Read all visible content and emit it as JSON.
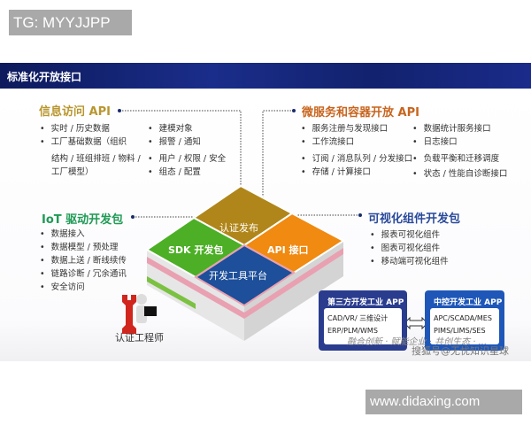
{
  "tag": "TG: MYYJJPP",
  "banner_title": "标准化开放接口",
  "info_api": {
    "title": "信息访问 API",
    "items": [
      "实时 / 历史数据",
      "工厂基础数据（组织",
      "结构 / 班组排班 / 物料 /",
      "工厂模型）"
    ],
    "items2": [
      "建模对象",
      "报警 / 通知",
      "用户 / 权限 / 安全",
      "组态 / 配置"
    ]
  },
  "micro_api": {
    "title": "微服务和容器开放 API",
    "items": [
      "服务注册与发现接口",
      "工作流接口",
      "订阅 / 消息队列 / 分发接口",
      "存储 / 计算接口"
    ],
    "items2": [
      "数据统计服务接口",
      "日志接口",
      "负载平衡和迁移调度",
      "状态 / 性能自诊断接口"
    ]
  },
  "iot": {
    "title": "IoT 驱动开发包",
    "items": [
      "数据接入",
      "数据模型 / 预处理",
      "数据上送 / 断线续传",
      "链路诊断 / 冗余通讯",
      "安全访问"
    ]
  },
  "vis": {
    "title": "可视化组件开发包",
    "items": [
      "报表可视化组件",
      "图表可视化组件",
      "移动端可视化组件"
    ]
  },
  "diamond": {
    "top": "认证发布",
    "left": "SDK 开发包",
    "right": "API 接口",
    "bottom": "开发工具平台"
  },
  "engineer": "认证工程师",
  "third_party": {
    "title": "第三方开发工业 APP",
    "lines": [
      "CAD/VR/ 三维设计",
      "ERP/PLM/WMS"
    ]
  },
  "supcon": {
    "title": "中控开发工业 APP",
    "lines": [
      "APC/SCADA/MES",
      "PIMS/LIMS/SES"
    ]
  },
  "overlay_text": "融合创新 · 赋能企业 · 共创生态 · ...",
  "overlay_source": "搜狐号@无忧知识星球",
  "watermark": "www.didaxing.com",
  "colors": {
    "info": "#b8962e",
    "micro": "#c8651e",
    "iot": "#1f9a55",
    "vis": "#2a4a9a",
    "banner": "#12226e"
  }
}
